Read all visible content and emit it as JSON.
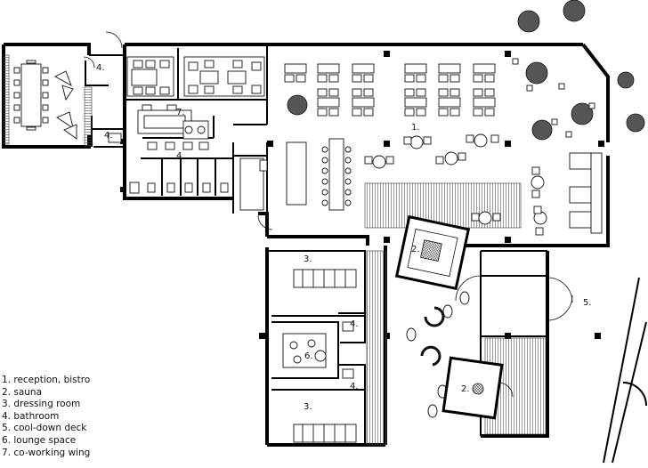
{
  "legend": {
    "items": [
      "1. reception, bistro",
      "2. sauna",
      "3. dressing room",
      "4. bathroom",
      "5. cool-down deck",
      "6. lounge space",
      "7. co-working wing"
    ]
  },
  "room_labels": {
    "reception": "1.",
    "sauna_top": "2.",
    "sauna_bottom": "2.",
    "dressing_top": "3.",
    "dressing_bottom": "3.",
    "bath_a": "4.",
    "bath_b": "4.",
    "bath_c": "4.",
    "bath_d": "4.",
    "bath_e": "4.",
    "deck": "5.",
    "lounge": "6.",
    "coworking": "7."
  }
}
